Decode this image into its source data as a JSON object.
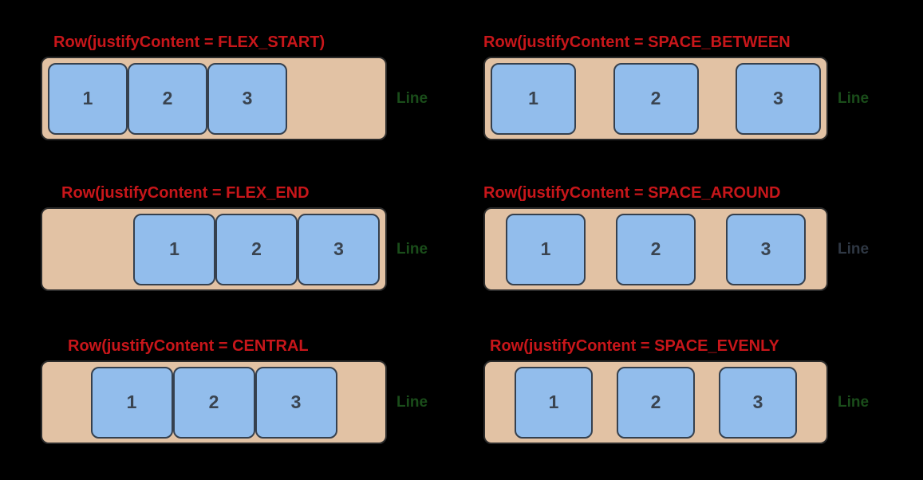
{
  "colors": {
    "background": "#000000",
    "title_red": "#c8161a",
    "container_tan": "#e2c2a4",
    "box_blue": "#92bdec",
    "box_border": "#35404e",
    "container_border": "#2b2b2b",
    "numeral": "#3a4450",
    "line_green": "#1a4d1a",
    "line_gray": "#2f3844"
  },
  "panels": [
    {
      "title": "Row(justifyContent = FLEX_START)",
      "mode": "flex-start",
      "items": [
        "1",
        "2",
        "3"
      ],
      "line_label": "Line",
      "line_color": "green"
    },
    {
      "title": "Row(justifyContent = SPACE_BETWEEN",
      "mode": "space-between",
      "items": [
        "1",
        "2",
        "3"
      ],
      "line_label": "Line",
      "line_color": "green"
    },
    {
      "title": "Row(justifyContent = FLEX_END",
      "mode": "flex-end",
      "items": [
        "1",
        "2",
        "3"
      ],
      "line_label": "Line",
      "line_color": "green"
    },
    {
      "title": "Row(justifyContent = SPACE_AROUND",
      "mode": "space-around",
      "items": [
        "1",
        "2",
        "3"
      ],
      "line_label": "Line",
      "line_color": "gray"
    },
    {
      "title": "Row(justifyContent = CENTRAL",
      "mode": "central",
      "items": [
        "1",
        "2",
        "3"
      ],
      "line_label": "Line",
      "line_color": "green"
    },
    {
      "title": "Row(justifyContent = SPACE_EVENLY",
      "mode": "space-evenly",
      "items": [
        "1",
        "2",
        "3"
      ],
      "line_label": "Line",
      "line_color": "green"
    }
  ]
}
